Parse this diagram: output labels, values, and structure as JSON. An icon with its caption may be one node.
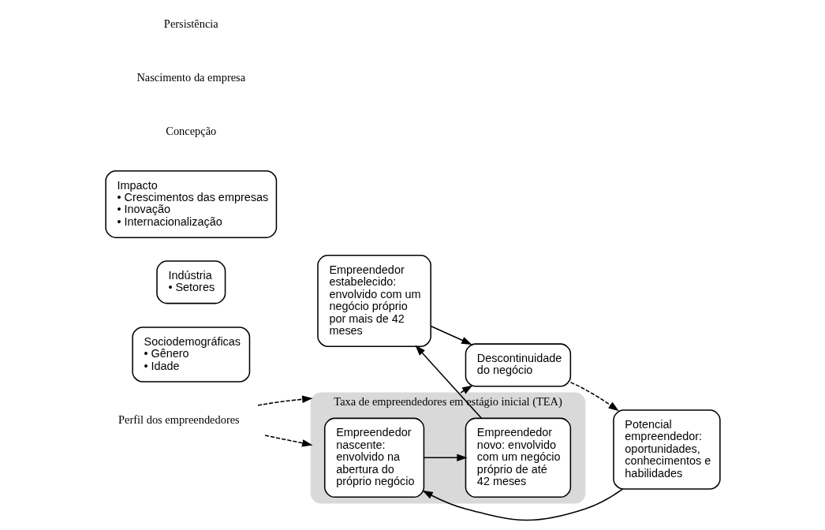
{
  "diagram": {
    "nodes": [
      {
        "text": [
          "Descontinuidade do negócio"
        ]
      },
      {
        "text": [
          "Potencial empreendedor: oportunidades, conhecimentos e habilidades"
        ]
      },
      {
        "text": [
          "Taxa de empreendedores em estágio inicial (TEA)"
        ]
      },
      {
        "text": [
          "Empreendedor nascente: envolvido na abertura do próprio negócio"
        ],
        "in": 2
      },
      {
        "text": [
          "Empreendedor novo: envolvido com um negócio próprio de até 42 meses"
        ],
        "in": 2
      },
      {
        "text": [
          "Empreendedor estabelecido: envolvido com um negócio próprio por mais de 42 meses"
        ]
      },
      {
        "text": [
          "Perfil dos empreendedores"
        ]
      },
      {
        "text": [
          "Sociodemográficas",
          "• Gênero",
          "• Idade"
        ]
      },
      {
        "text": [
          "Indústria",
          "• Setores"
        ]
      },
      {
        "text": [
          "Impacto",
          "• Crescimentos das empresas",
          "• Inovação",
          "• Internacionalização"
        ]
      }
    ],
    "edges": [
      {
        "from": 0,
        "to": 1,
        "arrow": "to",
        "style": "dashed"
      },
      {
        "from": 1,
        "to": 3,
        "arrow": "to"
      },
      {
        "from": 3,
        "to": 4,
        "arrow": "to"
      },
      {
        "from": 4,
        "to": 5,
        "arrow": "to"
      },
      {
        "from": 2,
        "to": 0,
        "arrow": "to"
      },
      {
        "from": 5,
        "to": 0,
        "arrow": "to"
      },
      {
        "from": 6,
        "to": 2,
        "arrow": "to",
        "style": "dashed"
      },
      {
        "from": 6,
        "to": 2,
        "arrow": "to",
        "style": "dashed"
      }
    ],
    "labels": [
      "Concepção",
      "Nascimento da empresa",
      "Persistência"
    ]
  }
}
